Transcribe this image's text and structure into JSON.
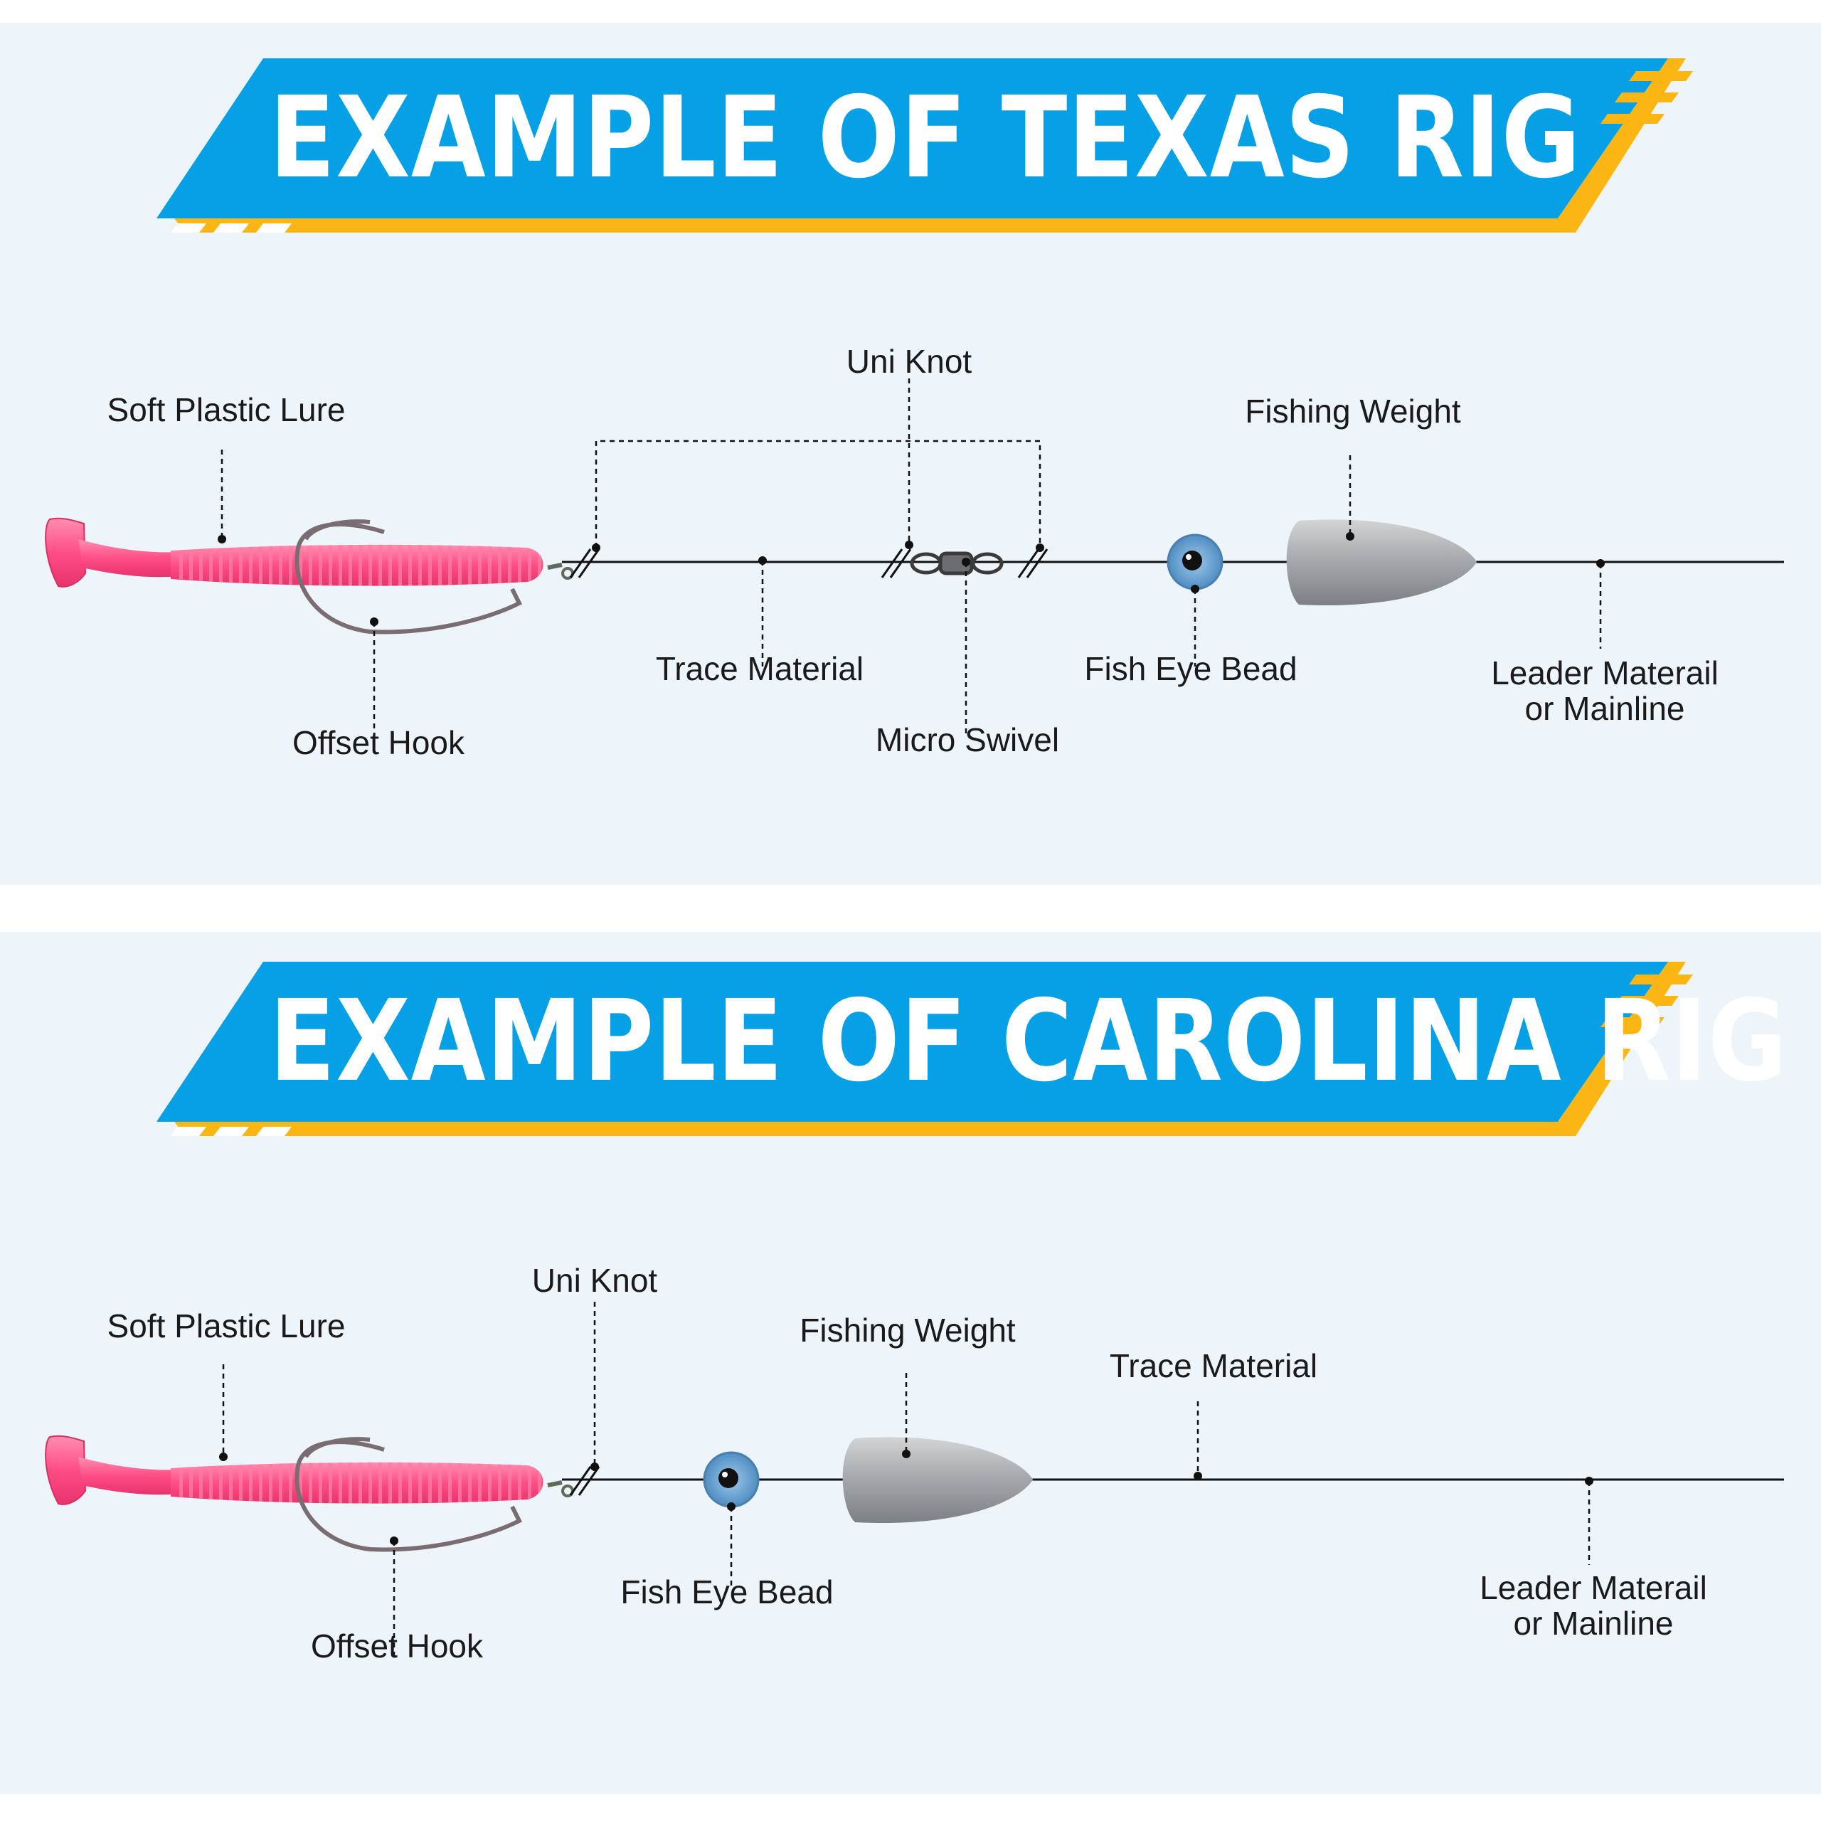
{
  "colors": {
    "banner_blue": "#06a0e6",
    "accent_yellow": "#fbb614",
    "panel_bg": "#eef5fa",
    "lure_pink": "#ff4d85",
    "weight_gray": "#a8abad",
    "bead_blue": "#6aa8d8",
    "line": "#111111"
  },
  "texas": {
    "title": "EXAMPLE OF TEXAS RIG",
    "labels": {
      "soft_plastic_lure": "Soft Plastic Lure",
      "uni_knot": "Uni Knot",
      "fishing_weight": "Fishing Weight",
      "trace_material": "Trace Material",
      "fish_eye_bead": "Fish Eye Bead",
      "leader_line1": "Leader Materail",
      "leader_line2": "or Mainline",
      "offset_hook": "Offset Hook",
      "micro_swivel": "Micro Swivel"
    }
  },
  "carolina": {
    "title": "EXAMPLE OF CAROLINA RIG",
    "labels": {
      "soft_plastic_lure": "Soft Plastic Lure",
      "uni_knot": "Uni Knot",
      "fishing_weight": "Fishing Weight",
      "trace_material": "Trace Material",
      "fish_eye_bead": "Fish Eye Bead",
      "leader_line1": "Leader Materail",
      "leader_line2": "or Mainline",
      "offset_hook": "Offset Hook"
    }
  }
}
